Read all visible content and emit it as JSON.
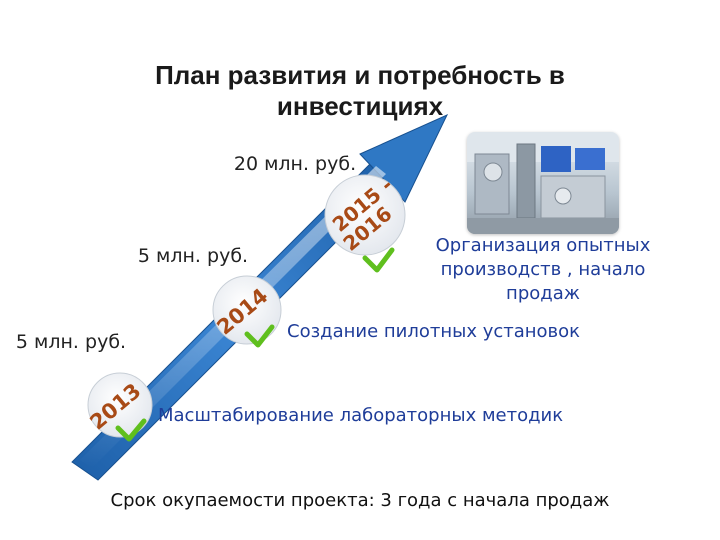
{
  "title": "План развития и потребность в инвестициях",
  "amounts": {
    "a2015": "20 млн. руб.",
    "a2014": "5 млн. руб.",
    "a2013": "5 млн. руб."
  },
  "years": {
    "y2013": "2013",
    "y2014": "2014",
    "y2015": "2015 - 2016"
  },
  "descriptions": {
    "d2015": "Организация опытных производств , начало продаж",
    "d2014": "Создание пилотных установок",
    "d2013": "Масштабирование лабораторных методик"
  },
  "footer": "Срок окупаемости проекта: 3 года с начала продаж",
  "icons": {
    "checkmark": "check-icon",
    "photo": "lab-equipment-photo"
  },
  "colors": {
    "arrow_dark": "#1d5fa8",
    "arrow_light": "#4fa3e6",
    "milestone_circle": "#ffffff",
    "year_text": "#a84a16",
    "check_green": "#5fbf1e",
    "desc_text": "#1f3d99"
  }
}
